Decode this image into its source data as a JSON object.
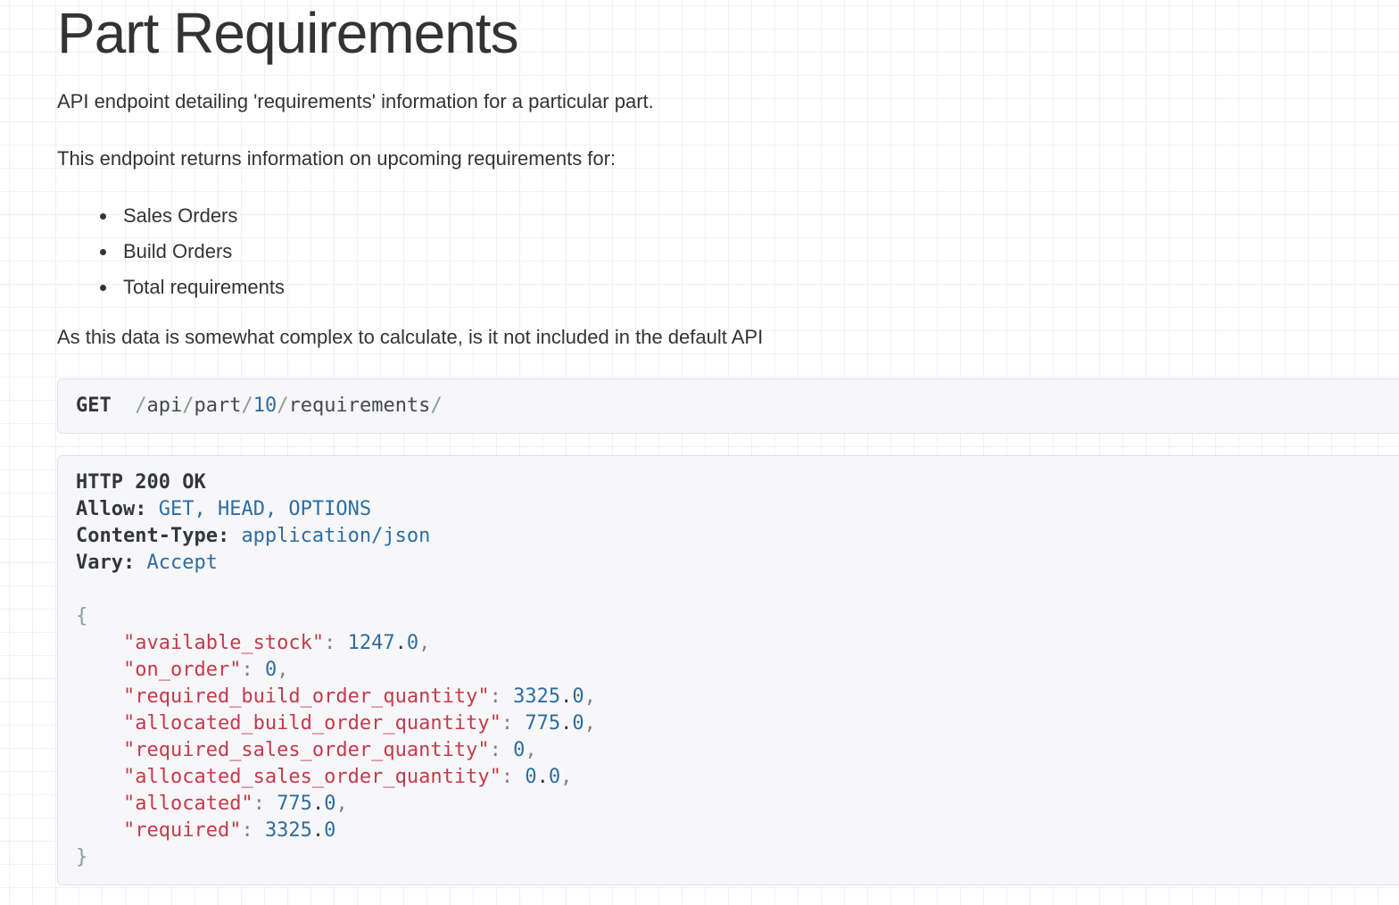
{
  "page": {
    "title": "Part Requirements",
    "intro": "API endpoint detailing 'requirements' information for a particular part.",
    "list_lead": "This endpoint returns information on upcoming requirements for:",
    "bullets": [
      "Sales Orders",
      "Build Orders",
      "Total requirements"
    ],
    "note": "As this data is somewhat complex to calculate, is it not included in the default API"
  },
  "colors": {
    "json_key_red": "#c53a4b",
    "value_blue": "#2d6da3",
    "punct_gray": "#8e9a94",
    "code_dark": "#33373b",
    "block_background": "#f7f7f9",
    "block_border": "#e1e1e8"
  },
  "request_block": {
    "method": "GET",
    "url": "/api/part/10/requirements/",
    "lines": [
      [
        [
          "k",
          "GET"
        ],
        [
          "sp",
          "  "
        ],
        [
          "p",
          "/"
        ],
        [
          "t",
          "api"
        ],
        [
          "p",
          "/"
        ],
        [
          "t",
          "part"
        ],
        [
          "p",
          "/"
        ],
        [
          "n",
          "10"
        ],
        [
          "p",
          "/"
        ],
        [
          "t",
          "requirements"
        ],
        [
          "p",
          "/"
        ]
      ]
    ]
  },
  "response_block": {
    "status": "HTTP 200 OK",
    "headers": {
      "allow": "GET, HEAD, OPTIONS",
      "content_type": "application/json",
      "vary": "Accept"
    },
    "json_body": {
      "available_stock": 1247.0,
      "on_order": 0,
      "required_build_order_quantity": 3325.0,
      "allocated_build_order_quantity": 775.0,
      "required_sales_order_quantity": 0,
      "allocated_sales_order_quantity": 0.0,
      "allocated": 775.0,
      "required": 3325.0
    },
    "lines": [
      [
        [
          "h",
          "HTTP 200 OK"
        ]
      ],
      [
        [
          "h",
          "Allow:"
        ],
        [
          "sp",
          " "
        ],
        [
          "v",
          "GET, HEAD, OPTIONS"
        ]
      ],
      [
        [
          "h",
          "Content-Type:"
        ],
        [
          "sp",
          " "
        ],
        [
          "v",
          "application/json"
        ]
      ],
      [
        [
          "h",
          "Vary:"
        ],
        [
          "sp",
          " "
        ],
        [
          "v",
          "Accept"
        ]
      ],
      [
        [
          "sp",
          " "
        ]
      ],
      [
        [
          "p",
          "{"
        ]
      ],
      [
        [
          "sp",
          "    "
        ],
        [
          "key",
          "\"available_stock\""
        ],
        [
          "pc",
          ":"
        ],
        [
          "sp",
          " "
        ],
        [
          "n",
          "1247"
        ],
        [
          "dot",
          "."
        ],
        [
          "n",
          "0"
        ],
        [
          "pc",
          ","
        ]
      ],
      [
        [
          "sp",
          "    "
        ],
        [
          "key",
          "\"on_order\""
        ],
        [
          "pc",
          ":"
        ],
        [
          "sp",
          " "
        ],
        [
          "n",
          "0"
        ],
        [
          "pc",
          ","
        ]
      ],
      [
        [
          "sp",
          "    "
        ],
        [
          "key",
          "\"required_build_order_quantity\""
        ],
        [
          "pc",
          ":"
        ],
        [
          "sp",
          " "
        ],
        [
          "n",
          "3325"
        ],
        [
          "dot",
          "."
        ],
        [
          "n",
          "0"
        ],
        [
          "pc",
          ","
        ]
      ],
      [
        [
          "sp",
          "    "
        ],
        [
          "key",
          "\"allocated_build_order_quantity\""
        ],
        [
          "pc",
          ":"
        ],
        [
          "sp",
          " "
        ],
        [
          "n",
          "775"
        ],
        [
          "dot",
          "."
        ],
        [
          "n",
          "0"
        ],
        [
          "pc",
          ","
        ]
      ],
      [
        [
          "sp",
          "    "
        ],
        [
          "key",
          "\"required_sales_order_quantity\""
        ],
        [
          "pc",
          ":"
        ],
        [
          "sp",
          " "
        ],
        [
          "n",
          "0"
        ],
        [
          "pc",
          ","
        ]
      ],
      [
        [
          "sp",
          "    "
        ],
        [
          "key",
          "\"allocated_sales_order_quantity\""
        ],
        [
          "pc",
          ":"
        ],
        [
          "sp",
          " "
        ],
        [
          "n",
          "0"
        ],
        [
          "dot",
          "."
        ],
        [
          "n",
          "0"
        ],
        [
          "pc",
          ","
        ]
      ],
      [
        [
          "sp",
          "    "
        ],
        [
          "key",
          "\"allocated\""
        ],
        [
          "pc",
          ":"
        ],
        [
          "sp",
          " "
        ],
        [
          "n",
          "775"
        ],
        [
          "dot",
          "."
        ],
        [
          "n",
          "0"
        ],
        [
          "pc",
          ","
        ]
      ],
      [
        [
          "sp",
          "    "
        ],
        [
          "key",
          "\"required\""
        ],
        [
          "pc",
          ":"
        ],
        [
          "sp",
          " "
        ],
        [
          "n",
          "3325"
        ],
        [
          "dot",
          "."
        ],
        [
          "n",
          "0"
        ]
      ],
      [
        [
          "p",
          "}"
        ]
      ]
    ]
  }
}
